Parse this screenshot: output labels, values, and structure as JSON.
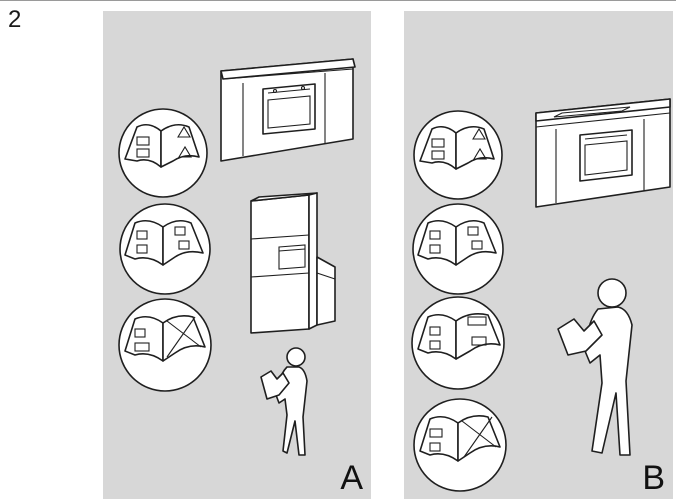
{
  "step_number": "2",
  "panels": [
    {
      "letter": "A"
    },
    {
      "letter": "B"
    }
  ]
}
